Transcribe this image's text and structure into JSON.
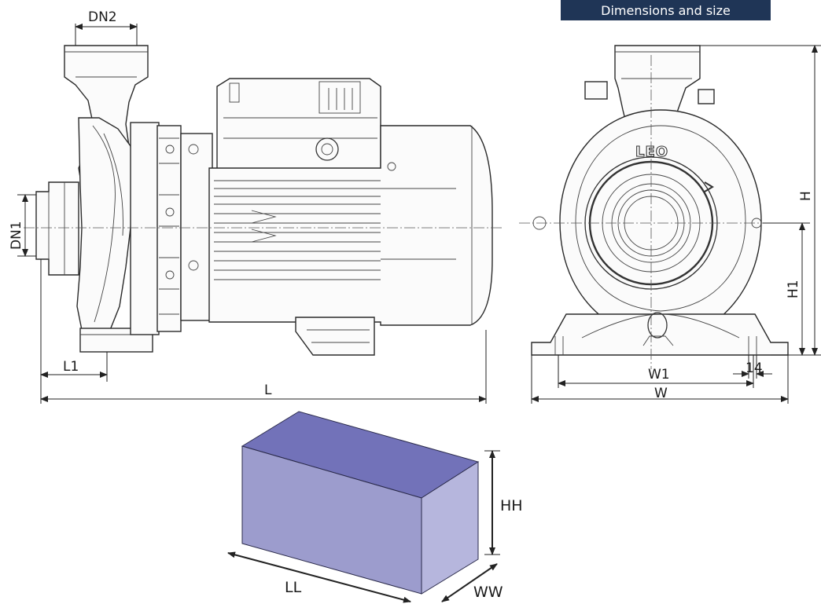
{
  "header": {
    "title": "Dimensions and size"
  },
  "side_view": {
    "labels": {
      "dn2": "DN2",
      "dn1": "DN1",
      "l1": "L1",
      "l": "L"
    }
  },
  "front_view": {
    "brand": "LEO",
    "labels": {
      "h": "H",
      "h1": "H1",
      "w1": "W1",
      "w": "W",
      "foot": "14"
    }
  },
  "package": {
    "labels": {
      "ll": "LL",
      "ww": "WW",
      "hh": "HH"
    },
    "colors": {
      "top": "#7272b9",
      "front": "#9c9ccd",
      "side": "#b6b6dd"
    }
  }
}
